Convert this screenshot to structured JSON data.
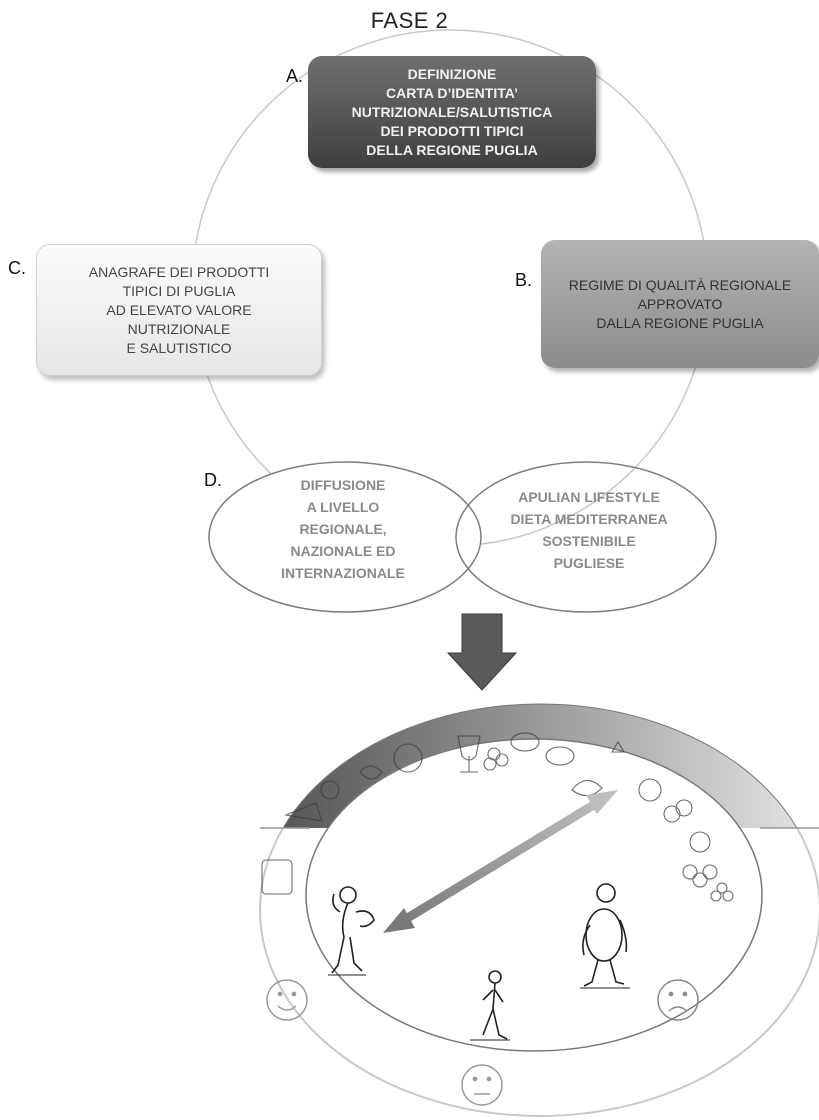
{
  "title": "FASE 2",
  "steps": {
    "a": {
      "letter": "A.",
      "lines": [
        "DEFINIZIONE",
        "CARTA D’IDENTITA’",
        "NUTRIZIONALE/SALUTISTICA",
        "DEI PRODOTTI TIPICI",
        "DELLA REGIONE PUGLIA"
      ]
    },
    "b": {
      "letter": "B.",
      "lines": [
        "REGIME DI QUALITÀ REGIONALE",
        "APPROVATO",
        "DALLA REGIONE PUGLIA"
      ]
    },
    "c": {
      "letter": "C.",
      "lines": [
        "ANAGRAFE DEI PRODOTTI",
        "TIPICI DI PUGLIA",
        "AD ELEVATO VALORE",
        "NUTRIZIONALE",
        "E SALUTISTICO"
      ]
    },
    "d": {
      "letter": "D.",
      "left_lines": [
        "DIFFUSIONE",
        "A LIVELLO",
        "REGIONALE,",
        "NAZIONALE ED",
        "INTERNAZIONALE"
      ],
      "right_lines": [
        "APULIAN LIFESTYLE",
        "DIETA MEDITERRANEA",
        "SOSTENIBILE",
        "PUGLIESE"
      ]
    }
  },
  "colors": {
    "box_a": "#4f4f4f",
    "box_b": "#a0a0a0",
    "box_c": "#f0f0f0",
    "arrow": "#5a5a5a"
  },
  "illustration": {
    "faces": [
      "smiling-face-icon",
      "neutral-face-icon",
      "frowning-face-icon"
    ],
    "figures": [
      "fit-man-figure",
      "walking-man-figure",
      "overweight-man-figure"
    ]
  }
}
